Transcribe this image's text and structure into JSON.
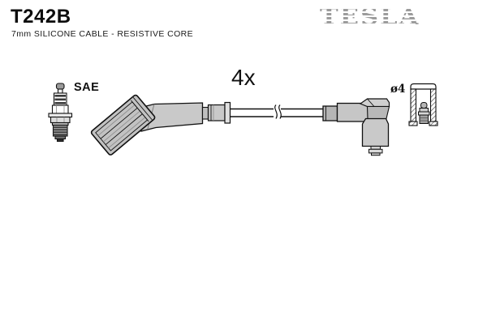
{
  "header": {
    "part_number": "T242B",
    "subtitle": "7mm SILICONE CABLE - RESISTIVE CORE"
  },
  "brand": {
    "name": "TESLA",
    "color": "#9c9c9c"
  },
  "labels": {
    "quantity": "4x",
    "spark_plug_standard": "SAE",
    "terminal_diameter": "ø4"
  },
  "colors": {
    "background": "#ffffff",
    "outline": "#111111",
    "boot_fill": "#c6c6c6",
    "metal_fill": "#d6d6d6",
    "dark_fill": "#333333"
  }
}
